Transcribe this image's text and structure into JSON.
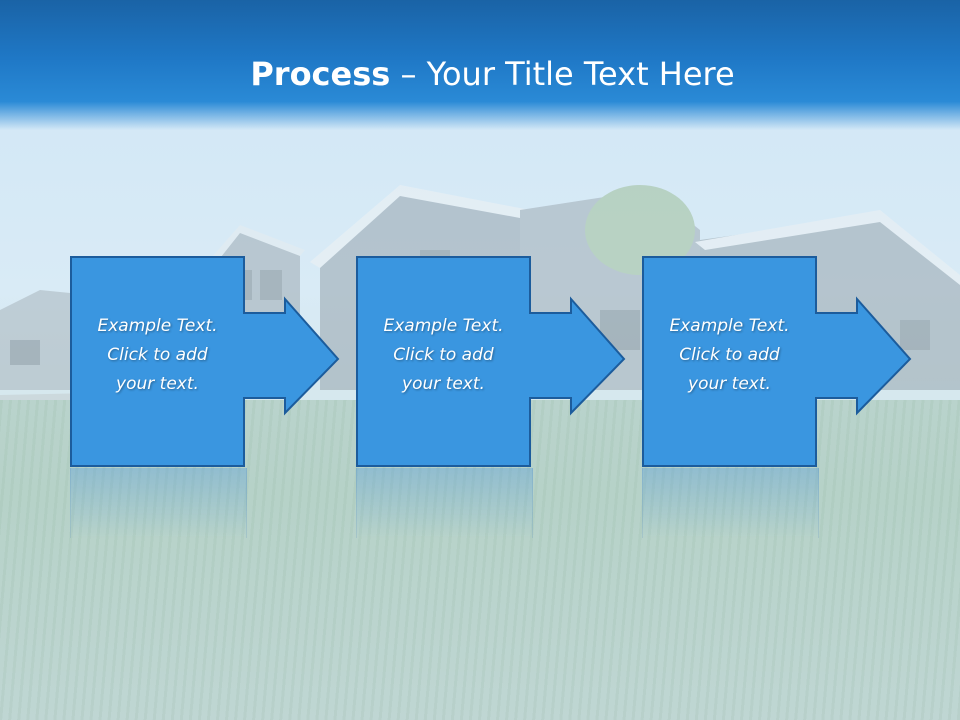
{
  "slide": {
    "title_bold": "Process",
    "title_rest": " – Your Title Text Here"
  },
  "colors": {
    "header_blue": "#1f78c6",
    "box_fill": "#3a96e0",
    "box_border": "#1c5c9c",
    "text": "#ffffff"
  },
  "steps": [
    {
      "lines": [
        "Example Text.",
        "Click  to add",
        "your text."
      ]
    },
    {
      "lines": [
        "Example Text.",
        "Click  to add",
        "your text."
      ]
    },
    {
      "lines": [
        "Example Text.",
        "Click  to add",
        "your text."
      ]
    }
  ]
}
